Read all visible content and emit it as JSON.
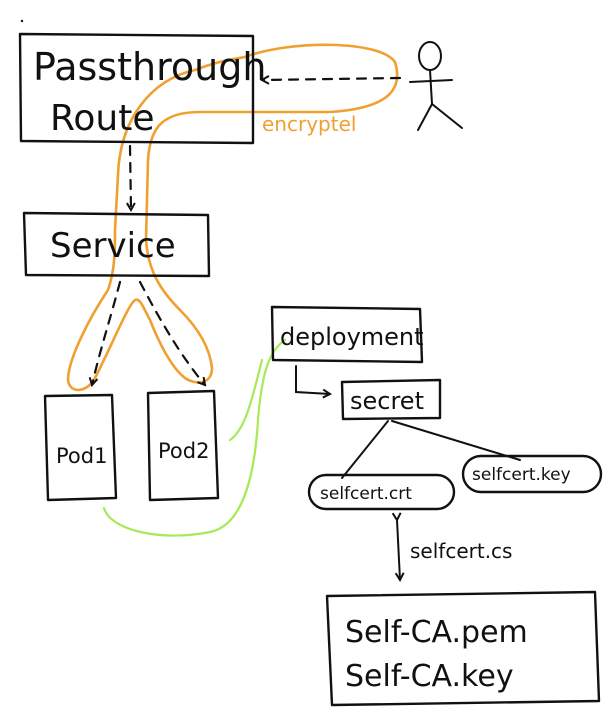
{
  "nodes": {
    "route": [
      "Passthrough",
      "Route"
    ],
    "service": "Service",
    "pod1": "Pod1",
    "pod2": "Pod2",
    "deployment": "deployment",
    "secret": "secret",
    "crt": "selfcert.crt",
    "key": "selfcert.key",
    "ca": [
      "Self-CA.pem",
      "Self-CA.key"
    ]
  },
  "edges": {
    "encrypted_label": "encryptel",
    "generation_label": "selfcert.cs"
  },
  "colors": {
    "ink": "#111111",
    "encrypted_path": "#f0a030",
    "mount_path": "#a6ea58"
  }
}
